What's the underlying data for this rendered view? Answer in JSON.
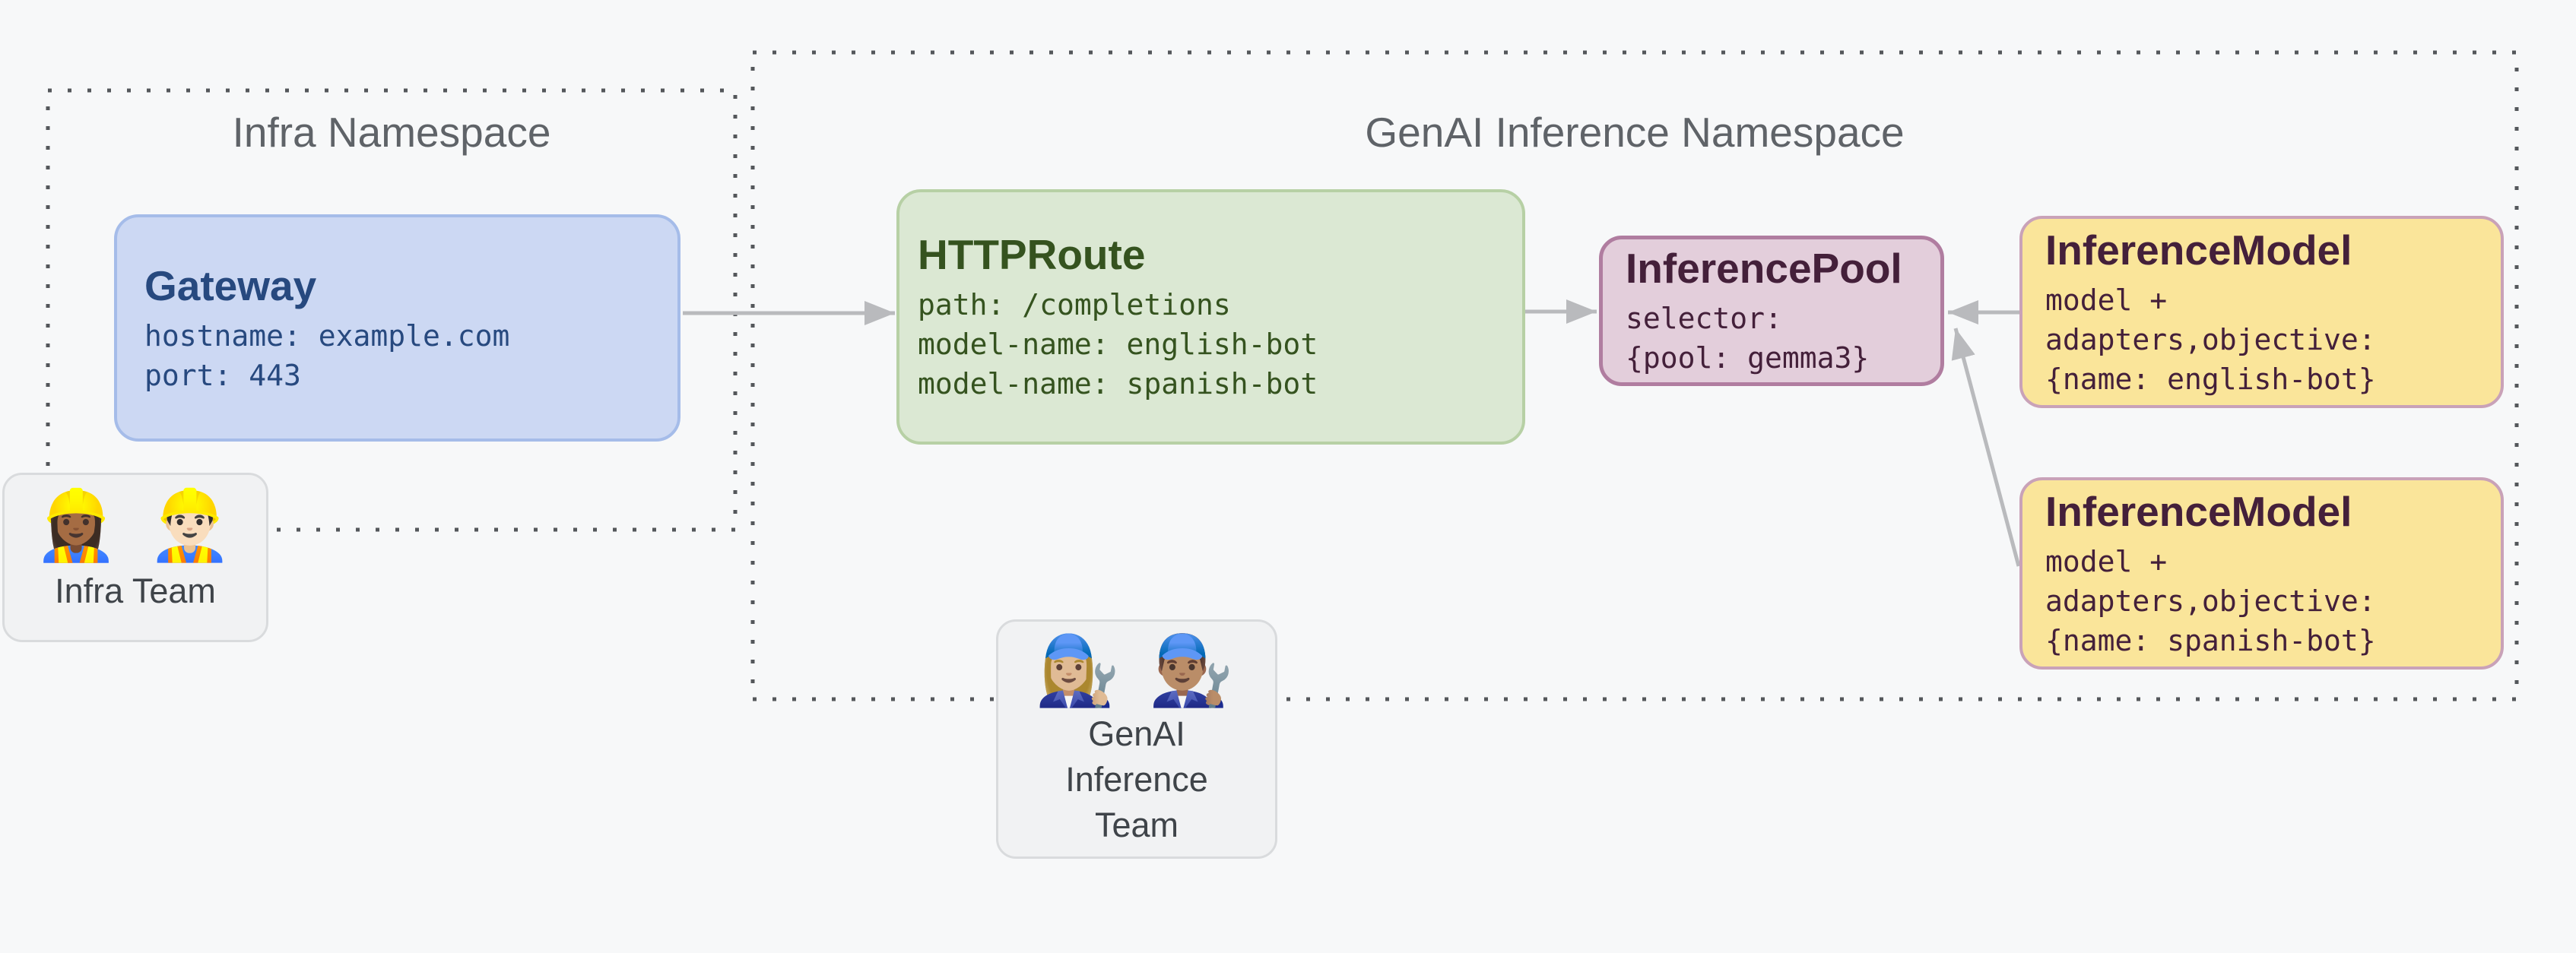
{
  "diagram": {
    "background_color": "#f7f8f9",
    "arrow_color": "#b9babd",
    "dotted_border_color": "#54575b"
  },
  "namespaces": {
    "infra": {
      "title": "Infra Namespace"
    },
    "genai": {
      "title": "GenAI Inference Namespace"
    }
  },
  "nodes": {
    "gateway": {
      "title": "Gateway",
      "lines": [
        "hostname: example.com",
        "port: 443"
      ],
      "fill": "#ccd8f3",
      "border": "#a5bce9",
      "text_color": "#27497f"
    },
    "httproute": {
      "title": "HTTPRoute",
      "lines": [
        "path: /completions",
        "model-name: english-bot",
        "model-name: spanish-bot"
      ],
      "fill": "#dbe8d3",
      "border": "#b7d0a5",
      "text_color": "#35531f"
    },
    "inference_pool": {
      "title": "InferencePool",
      "lines": [
        "selector:",
        "{pool: gemma3}"
      ],
      "fill": "#e3cedb",
      "border": "#b07da0",
      "text_color": "#44203a"
    },
    "inference_model_english": {
      "title": "InferenceModel",
      "lines": [
        "model +",
        "adapters,objective:",
        "{name: english-bot}"
      ],
      "fill": "#fae59a",
      "border": "#c9a2b8",
      "text_color": "#44203a"
    },
    "inference_model_spanish": {
      "title": "InferenceModel",
      "lines": [
        "model +",
        "adapters,objective:",
        "{name: spanish-bot}"
      ],
      "fill": "#fae59a",
      "border": "#c9a2b8",
      "text_color": "#44203a"
    }
  },
  "teams": {
    "infra": {
      "emojis": "👷🏾‍♀️ 👷🏻‍♂️",
      "label": "Infra Team"
    },
    "genai": {
      "emojis": "👩🏼‍🔧 👨🏽‍🔧",
      "label_lines": [
        "GenAI",
        "Inference",
        "Team"
      ]
    }
  },
  "edges": [
    {
      "from": "gateway",
      "to": "httproute"
    },
    {
      "from": "httproute",
      "to": "inference_pool"
    },
    {
      "from": "inference_model_english",
      "to": "inference_pool"
    },
    {
      "from": "inference_model_spanish",
      "to": "inference_pool"
    }
  ]
}
